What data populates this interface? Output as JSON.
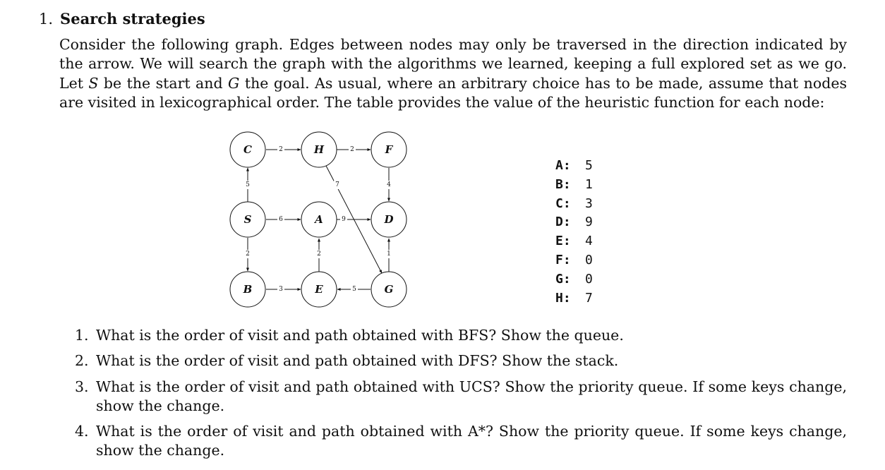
{
  "section": {
    "number": "1.",
    "title": "Search strategies"
  },
  "intro": {
    "p1": "Consider the following graph. Edges between nodes may only be traversed in the direction indicated by the arrow. We will search the graph with the algorithms we learned, keeping a full explored set as we go. Let ",
    "start_var": "S",
    "p2": " be the start and ",
    "goal_var": "G",
    "p3": " the goal. As usual, where an arbitrary choice has to be made, assume that nodes are visited in lexicographical order. The table provides the value of the heuristic function for each node:"
  },
  "graph": {
    "nodes": {
      "C": "C",
      "H": "H",
      "F": "F",
      "S": "S",
      "A": "A",
      "D": "D",
      "B": "B",
      "E": "E",
      "G": "G"
    },
    "edges": {
      "C_H": "2",
      "H_F": "2",
      "S_C": "5",
      "F_D": "4",
      "H_G": "7",
      "S_A": "6",
      "A_D": "9",
      "S_B": "2",
      "E_A": "2",
      "G_D": "1",
      "B_E": "3",
      "G_E": "5"
    }
  },
  "heuristic": [
    {
      "key": "A:",
      "value": "5"
    },
    {
      "key": "B:",
      "value": "1"
    },
    {
      "key": "C:",
      "value": "3"
    },
    {
      "key": "D:",
      "value": "9"
    },
    {
      "key": "E:",
      "value": "4"
    },
    {
      "key": "F:",
      "value": "0"
    },
    {
      "key": "G:",
      "value": "0"
    },
    {
      "key": "H:",
      "value": "7"
    }
  ],
  "questions": [
    {
      "num": "1.",
      "text": "What is the order of visit and path obtained with BFS? Show the queue."
    },
    {
      "num": "2.",
      "text": "What is the order of visit and path obtained with DFS? Show the stack."
    },
    {
      "num": "3.",
      "text": "What is the order of visit and path obtained with UCS? Show the priority queue. If some keys change, show the change."
    },
    {
      "num": "4.",
      "text": "What is the order of visit and path obtained with A*? Show the priority queue. If some keys change, show the change."
    }
  ]
}
